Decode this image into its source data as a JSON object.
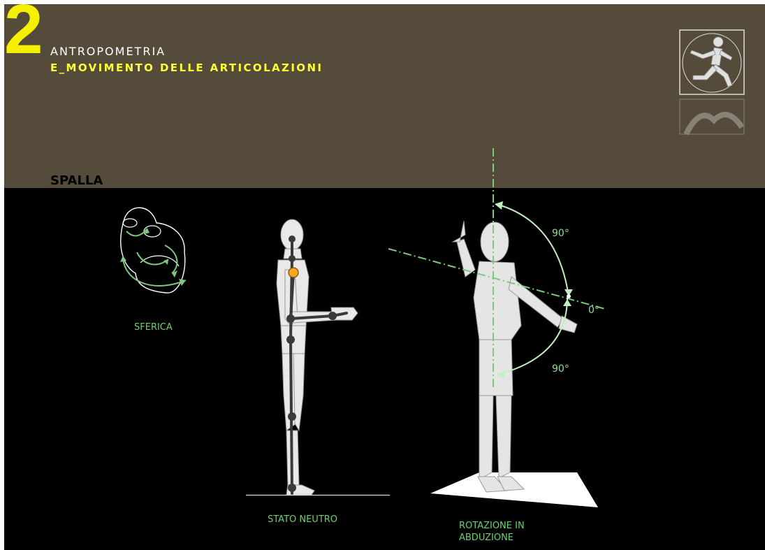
{
  "header": {
    "number": "2",
    "category": "ANTROPOMETRIA",
    "subtitle": "E_MOVIMENTO DELLE ARTICOLAZIONI",
    "logo_icon": "running-figure-icon"
  },
  "section": {
    "title": "SPALLA"
  },
  "joint": {
    "type_label": "SFERICA"
  },
  "figures": {
    "neutral_label": "STATO NEUTRO",
    "abduction_label": "ROTAZIONE IN ABDUZIONE"
  },
  "angles": {
    "upper": "90°",
    "zero": "0°",
    "lower": "90°"
  },
  "colors": {
    "header_band": "#544b3a",
    "accent_yellow": "#f5f000",
    "diagram_green": "#7fc97f",
    "joint_orange": "#f5a623"
  }
}
